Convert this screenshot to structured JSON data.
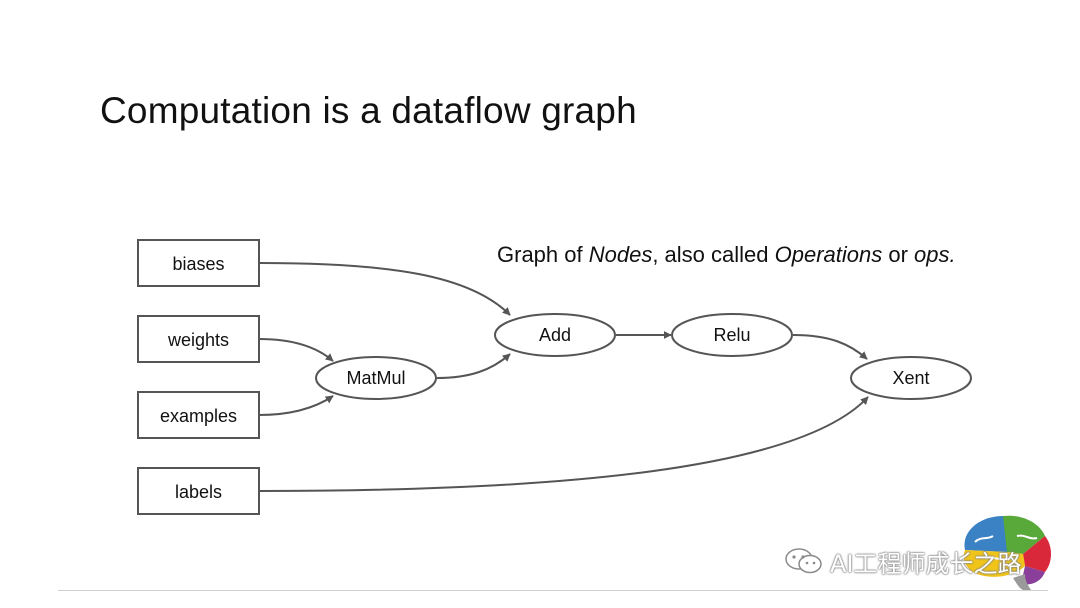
{
  "slide": {
    "title": "Computation is a dataflow graph"
  },
  "caption": {
    "prefix": "Graph of ",
    "nodes_term": "Nodes",
    "middle": ", also called ",
    "operations_term": "Operations",
    "or": " or ",
    "ops_term": "ops."
  },
  "inputs": [
    {
      "id": "biases",
      "label": "biases"
    },
    {
      "id": "weights",
      "label": "weights"
    },
    {
      "id": "examples",
      "label": "examples"
    },
    {
      "id": "labels",
      "label": "labels"
    }
  ],
  "operations": [
    {
      "id": "matmul",
      "label": "MatMul"
    },
    {
      "id": "add",
      "label": "Add"
    },
    {
      "id": "relu",
      "label": "Relu"
    },
    {
      "id": "xent",
      "label": "Xent"
    }
  ],
  "edges": [
    {
      "from": "biases",
      "to": "add"
    },
    {
      "from": "weights",
      "to": "matmul"
    },
    {
      "from": "examples",
      "to": "matmul"
    },
    {
      "from": "matmul",
      "to": "add"
    },
    {
      "from": "add",
      "to": "relu"
    },
    {
      "from": "relu",
      "to": "xent"
    },
    {
      "from": "labels",
      "to": "xent"
    }
  ],
  "watermark": {
    "text": "AI工程师成长之路",
    "icon": "wechat-icon",
    "logo": "brain-logo-icon"
  },
  "colors": {
    "stroke": "#555555",
    "text": "#111111"
  }
}
